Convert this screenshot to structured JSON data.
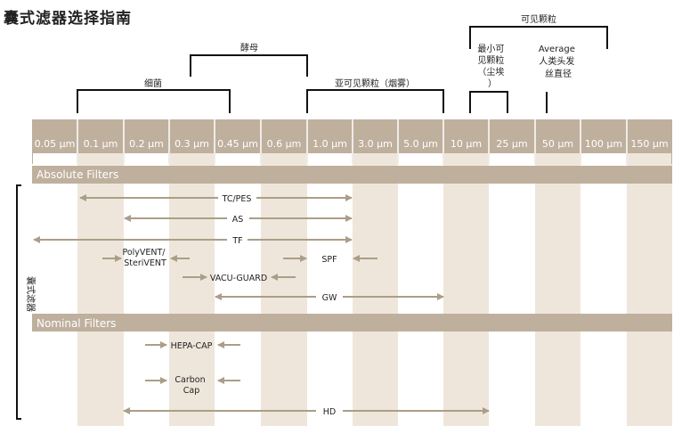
{
  "title": "囊式滤器选择指南",
  "colors": {
    "band": "#bfb09e",
    "column_shade": "#efe6db",
    "arrow": "#ab9e88",
    "bracket": "#111111"
  },
  "scale": [
    "0.05 μm",
    "0.1 μm",
    "0.2 μm",
    "0.3 μm",
    "0.45 μm",
    "0.6 μm",
    "1.0 μm",
    "3.0 μm",
    "5.0 μm",
    "10 μm",
    "25 μm",
    "50 μm",
    "100 μm",
    "150 μm"
  ],
  "brackets": {
    "bacteria": "细菌",
    "yeast": "酵母",
    "subvisible": "亚可见颗粒（烟雾）",
    "visible": "可见颗粒",
    "smallest_visible": "最小可见颗粒（尘埃）",
    "hair": "Average 人类头发丝直径"
  },
  "side_label": "囊式滤器",
  "sections": {
    "absolute": "Absolute Filters",
    "nominal": "Nominal Filters"
  },
  "filters": {
    "tc_pes": "TC/PES",
    "as": "AS",
    "tf": "TF",
    "polyvent": "PolyVENT/ SteriVENT",
    "spf": "SPF",
    "vacu_guard": "VACU-GUARD",
    "gw": "GW",
    "hepa_cap": "HEPA-CAP",
    "carbon_cap": "Carbon Cap",
    "hd": "HD"
  }
}
